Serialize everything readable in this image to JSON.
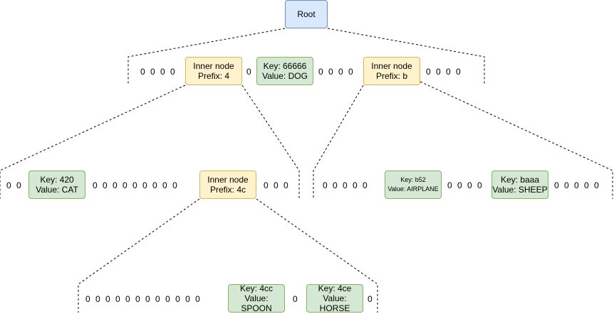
{
  "root": {
    "label": "Root"
  },
  "level1": {
    "left_zeros": "0 0 0 0",
    "inner4": {
      "line1": "Inner node",
      "line2": "Prefix: 4"
    },
    "mid_zero": "0",
    "dog": {
      "key": "Key: 66666",
      "value": "Value: DOG"
    },
    "mid_zeros": "0 0 0 0",
    "innerb": {
      "line1": "Inner node",
      "line2": "Prefix: b"
    },
    "right_zeros": "0 0 0 0"
  },
  "level2a": {
    "left_zeros": "0 0",
    "cat": {
      "key": "Key: 420",
      "value": "Value: CAT"
    },
    "mid_zeros": "0 0 0 0 0 0 0 0 0",
    "inner4c": {
      "line1": "Inner node",
      "line2": "Prefix: 4c"
    },
    "right_zeros": "0 0 0"
  },
  "level2b": {
    "left_zeros": "0 0 0 0 0",
    "airplane": {
      "key": "Key: b52",
      "value": "Value: AIRPLANE"
    },
    "mid_zeros": "0 0 0 0",
    "sheep": {
      "key": "Key: baaa",
      "value": "Value: SHEEP"
    },
    "right_zeros": "0 0 0 0 0"
  },
  "level3": {
    "left_zeros": "0 0 0 0 0 0 0 0 0 0 0 0",
    "spoon": {
      "key": "Key: 4cc",
      "value": "Value: SPOON"
    },
    "mid_zero": "0",
    "horse": {
      "key": "Key: 4ce",
      "value": "Value: HORSE"
    },
    "right_zero": "0"
  }
}
